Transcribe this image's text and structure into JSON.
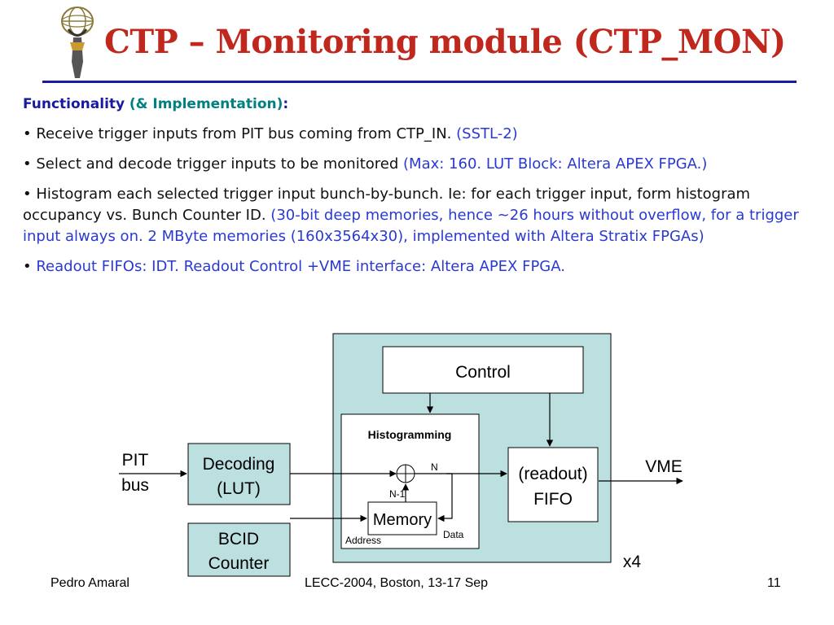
{
  "slide": {
    "title": "CTP – Monitoring module (CTP_MON)",
    "functionality_label": "Functionality",
    "functionality_impl": "(& Implementation)",
    "functionality_colon": ":",
    "bullets": [
      {
        "text": "Receive trigger inputs from PIT bus coming from CTP_IN.",
        "note": "(SSTL-2)"
      },
      {
        "text": "Select and decode trigger inputs to be monitored",
        "note": "(Max: 160. LUT Block: Altera APEX FPGA.)"
      },
      {
        "text": "Histogram each selected trigger input bunch-by-bunch. Ie: for each trigger input, form histogram occupancy vs. Bunch Counter ID.",
        "note": "(30-bit deep memories, hence ~26 hours without overflow, for a trigger input always on. 2 MByte memories (160x3564x30), implemented with Altera Stratix FPGAs)"
      },
      {
        "text": "",
        "note": "Readout FIFOs: IDT. Readout Control +VME interface: Altera APEX FPGA."
      }
    ],
    "bullet_char": "•"
  },
  "diagram": {
    "pit_line1": "PIT",
    "pit_line2": "bus",
    "decoding_line1": "Decoding",
    "decoding_line2": "(LUT)",
    "bcid_line1": "BCID",
    "bcid_line2": "Counter",
    "control": "Control",
    "histogramming": "Histogramming",
    "memory": "Memory",
    "label_n": "N",
    "label_n1": "N-1",
    "label_address": "Address",
    "label_data": "Data",
    "fifo_line1": "(readout)",
    "fifo_line2": "FIFO",
    "vme": "VME",
    "x4": "x4",
    "colors": {
      "module_bg": "#bcdfe0",
      "box_border": "#000000",
      "title_red": "#c0281e",
      "rule_blue": "#1a1aa0",
      "note_blue": "#2a3ad0",
      "impl_teal": "#008080"
    }
  },
  "footer": {
    "author": "Pedro Amaral",
    "event": "LECC-2004, Boston, 13-17 Sep",
    "page": "11"
  }
}
